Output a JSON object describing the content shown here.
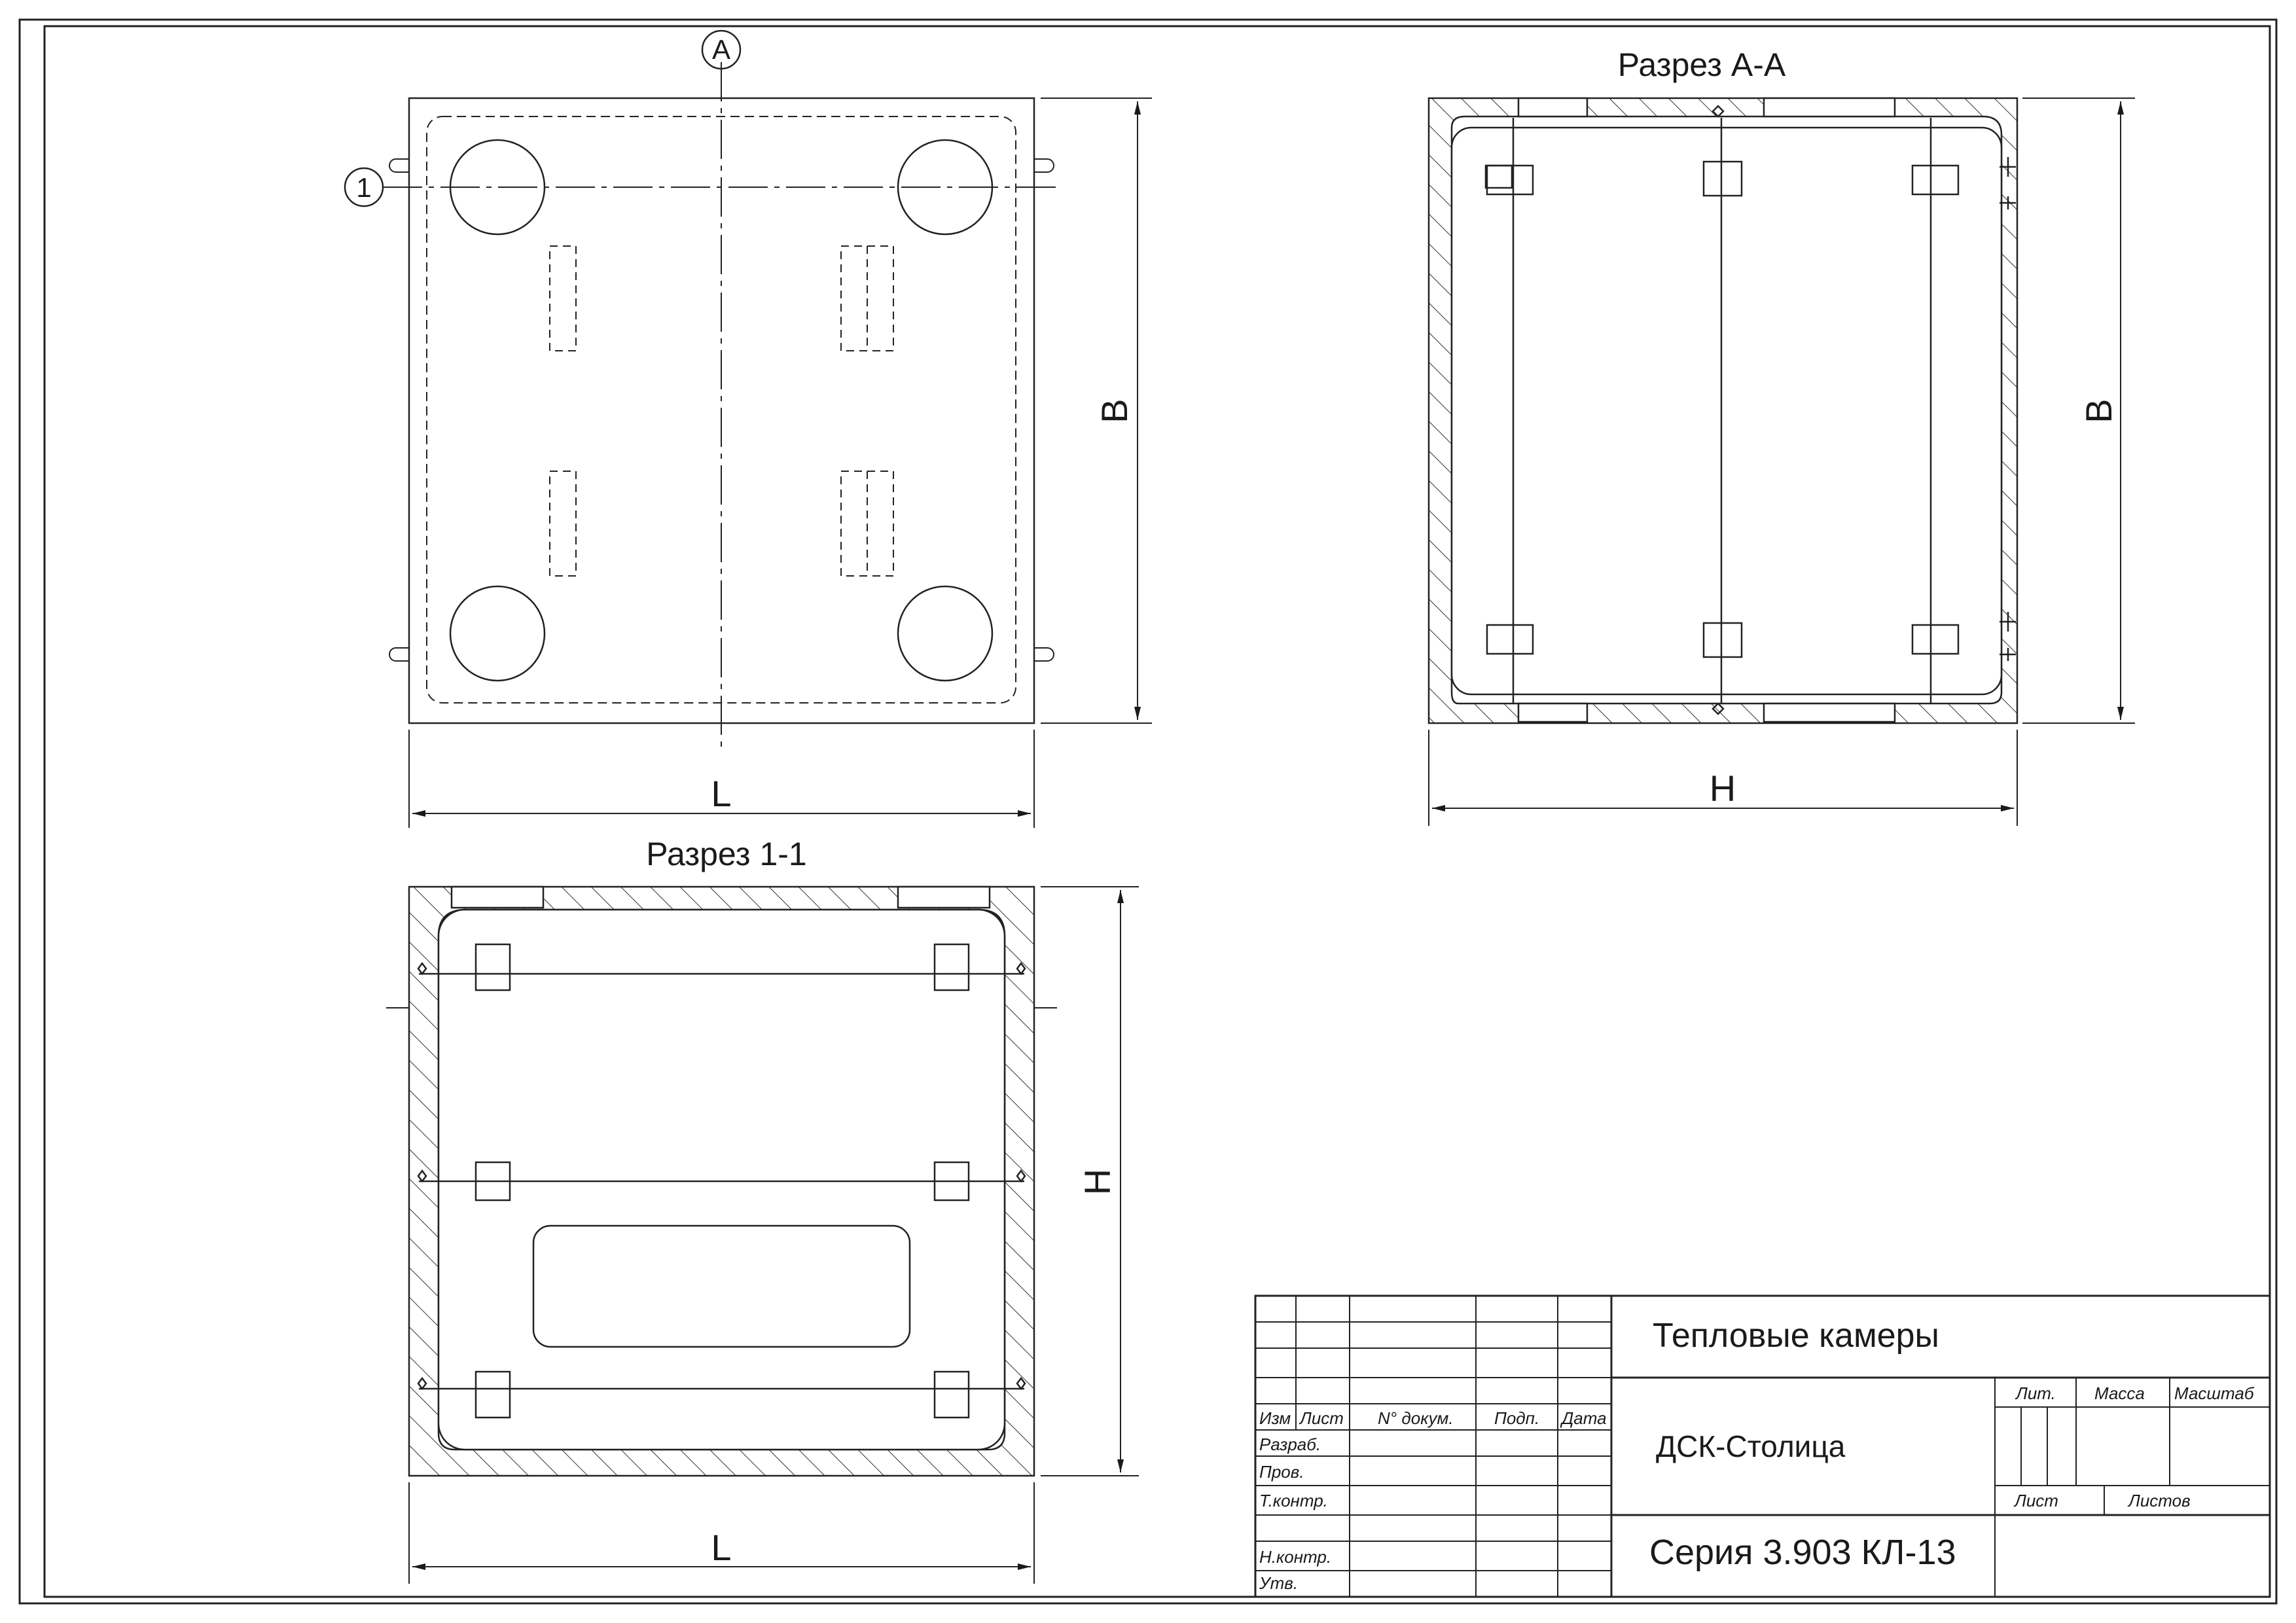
{
  "views": {
    "plan": {
      "axis_a_label": "A",
      "axis_1_label": "1",
      "dim_length": "L",
      "dim_width": "B"
    },
    "section_aa": {
      "title": "Разрез А-А",
      "dim_height": "H",
      "dim_width": "B"
    },
    "section_11": {
      "title": "Разрез 1-1",
      "dim_length": "L",
      "dim_height": "H"
    }
  },
  "title_block": {
    "name": "Тепловые камеры",
    "organization": "ДСК-Столица",
    "series": "Серия 3.903 КЛ-13",
    "col_izm": "Изм",
    "col_list": "Лист",
    "col_doc": "N° докум.",
    "col_sign": "Подп.",
    "col_date": "Дата",
    "row_razrab": "Разраб.",
    "row_prov": "Пров.",
    "row_tkontr": "Т.контр.",
    "row_nkontr": "Н.контр.",
    "row_utv": "Утв.",
    "lit": "Лит.",
    "massa": "Масса",
    "masshtab": "Масштаб",
    "list": "Лист",
    "listov": "Листов"
  }
}
